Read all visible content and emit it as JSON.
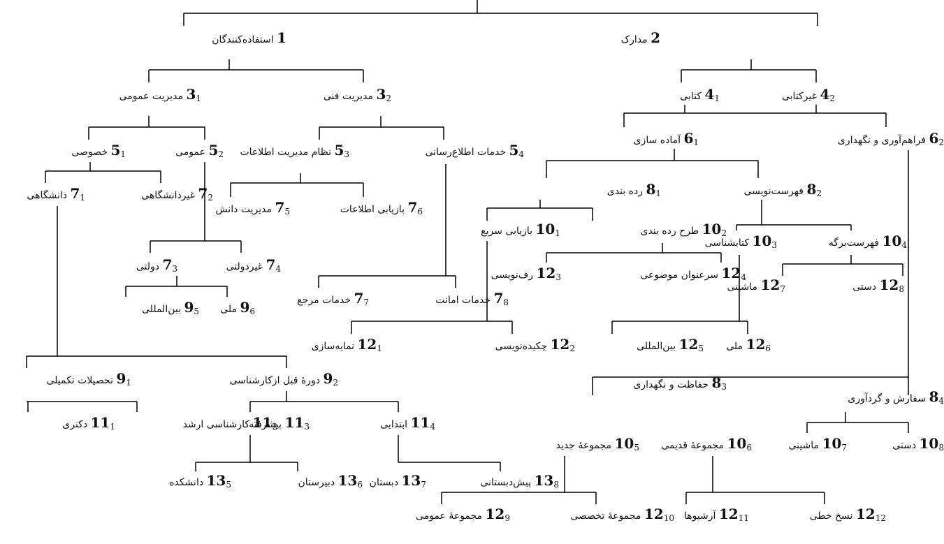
{
  "nodes": [
    {
      "id": "n1",
      "num": "1",
      "sub": "",
      "label": "استفاده‌کنندگان"
    },
    {
      "id": "n2",
      "num": "2",
      "sub": "",
      "label": "مدارک"
    },
    {
      "id": "n3a",
      "num": "3",
      "sub": "1",
      "label": "مدیریت عمومی"
    },
    {
      "id": "n3b",
      "num": "3",
      "sub": "2",
      "label": "مدیریت فنی"
    },
    {
      "id": "n4a",
      "num": "4",
      "sub": "1",
      "label": "کتابی"
    },
    {
      "id": "n4b",
      "num": "4",
      "sub": "2",
      "label": "غیرکتابی"
    },
    {
      "id": "n5a",
      "num": "5",
      "sub": "1",
      "label": "خصوصی"
    },
    {
      "id": "n5b",
      "num": "5",
      "sub": "2",
      "label": "عمومی"
    },
    {
      "id": "n5c",
      "num": "5",
      "sub": "3",
      "label": "نظام مدیریت اطلاعات"
    },
    {
      "id": "n5d",
      "num": "5",
      "sub": "4",
      "label": "خدمات اطلاع‌رسانی"
    },
    {
      "id": "n6a",
      "num": "6",
      "sub": "1",
      "label": "آماده سازی"
    },
    {
      "id": "n6b",
      "num": "6",
      "sub": "2",
      "label": "فراهم‌آوری و نگهداری"
    },
    {
      "id": "n7a",
      "num": "7",
      "sub": "1",
      "label": "دانشگاهی"
    },
    {
      "id": "n7b",
      "num": "7",
      "sub": "2",
      "label": "غیردانشگاهی"
    },
    {
      "id": "n7e",
      "num": "7",
      "sub": "5",
      "label": "مدیریت دانش"
    },
    {
      "id": "n7f",
      "num": "7",
      "sub": "6",
      "label": "بازیابی اطلاعات"
    },
    {
      "id": "n7c",
      "num": "7",
      "sub": "3",
      "label": "دولتی"
    },
    {
      "id": "n7d",
      "num": "7",
      "sub": "4",
      "label": "غیردولتی"
    },
    {
      "id": "n7g",
      "num": "7",
      "sub": "7",
      "label": "خدمات مرجع"
    },
    {
      "id": "n7h",
      "num": "7",
      "sub": "8",
      "label": "خدمات امانت"
    },
    {
      "id": "n8a",
      "num": "8",
      "sub": "1",
      "label": "رده بندی"
    },
    {
      "id": "n8b",
      "num": "8",
      "sub": "2",
      "label": "فهرست‌نویسی"
    },
    {
      "id": "n8c",
      "num": "8",
      "sub": "3",
      "label": "حفاظت و نگهداری"
    },
    {
      "id": "n8d",
      "num": "8",
      "sub": "4",
      "label": "سفارش و گردآوری"
    },
    {
      "id": "n9e",
      "num": "9",
      "sub": "5",
      "label": "بین‌المللی"
    },
    {
      "id": "n9f",
      "num": "9",
      "sub": "6",
      "label": "ملی"
    },
    {
      "id": "n9a",
      "num": "9",
      "sub": "1",
      "label": "تحصیلات تکمیلی"
    },
    {
      "id": "n9b",
      "num": "9",
      "sub": "2",
      "label": "دورهٔ قبل ازکارشناسی"
    },
    {
      "id": "n10a",
      "num": "10",
      "sub": "1",
      "label": "بازیابی سریع"
    },
    {
      "id": "n10b",
      "num": "10",
      "sub": "2",
      "label": "طرح رده بندی"
    },
    {
      "id": "n10c",
      "num": "10",
      "sub": "3",
      "label": "کتابشناسی"
    },
    {
      "id": "n10d",
      "num": "10",
      "sub": "4",
      "label": "فهرست‌برگه"
    },
    {
      "id": "n10e",
      "num": "10",
      "sub": "5",
      "label": "مجموعهٔ جدید"
    },
    {
      "id": "n10f",
      "num": "10",
      "sub": "6",
      "label": "مجموعهٔ قدیمی"
    },
    {
      "id": "n10g",
      "num": "10",
      "sub": "7",
      "label": "ماشینی"
    },
    {
      "id": "n10h",
      "num": "10",
      "sub": "8",
      "label": "دستی"
    },
    {
      "id": "n11a",
      "num": "11",
      "sub": "1",
      "label": "دکتری"
    },
    {
      "id": "n11b",
      "num": "11",
      "sub": "2",
      "label": "کارشناسی ارشد"
    },
    {
      "id": "n11c",
      "num": "11",
      "sub": "3",
      "label": "پیشرفته"
    },
    {
      "id": "n11d",
      "num": "11",
      "sub": "4",
      "label": "ابتدایی"
    },
    {
      "id": "n12c",
      "num": "12",
      "sub": "3",
      "label": "رف‌نویسی"
    },
    {
      "id": "n12d",
      "num": "12",
      "sub": "4",
      "label": "سرعنوان موضوعی"
    },
    {
      "id": "n12g",
      "num": "12",
      "sub": "7",
      "label": "ماشینی"
    },
    {
      "id": "n12h",
      "num": "12",
      "sub": "8",
      "label": "دستی"
    },
    {
      "id": "n12a",
      "num": "12",
      "sub": "1",
      "label": "نمایه‌سازی"
    },
    {
      "id": "n12b",
      "num": "12",
      "sub": "2",
      "label": "چکیده‌نویسی"
    },
    {
      "id": "n12e",
      "num": "12",
      "sub": "5",
      "label": "بین‌المللی"
    },
    {
      "id": "n12f",
      "num": "12",
      "sub": "6",
      "label": "ملی"
    },
    {
      "id": "n12i",
      "num": "12",
      "sub": "9",
      "label": "مجموعهٔ عمومی"
    },
    {
      "id": "n12j",
      "num": "12",
      "sub": "10",
      "label": "مجموعهٔ تخصصی"
    },
    {
      "id": "n12k",
      "num": "12",
      "sub": "11",
      "label": "آرشیوها"
    },
    {
      "id": "n12l",
      "num": "12",
      "sub": "12",
      "label": "نسخ خطی"
    },
    {
      "id": "n13e",
      "num": "13",
      "sub": "5",
      "label": "دانشکده"
    },
    {
      "id": "n13f",
      "num": "13",
      "sub": "6",
      "label": "دبیرستان"
    },
    {
      "id": "n13g",
      "num": "13",
      "sub": "7",
      "label": "دبستان"
    },
    {
      "id": "n13h",
      "num": "13",
      "sub": "8",
      "label": "پیش‌دبستانی"
    }
  ]
}
